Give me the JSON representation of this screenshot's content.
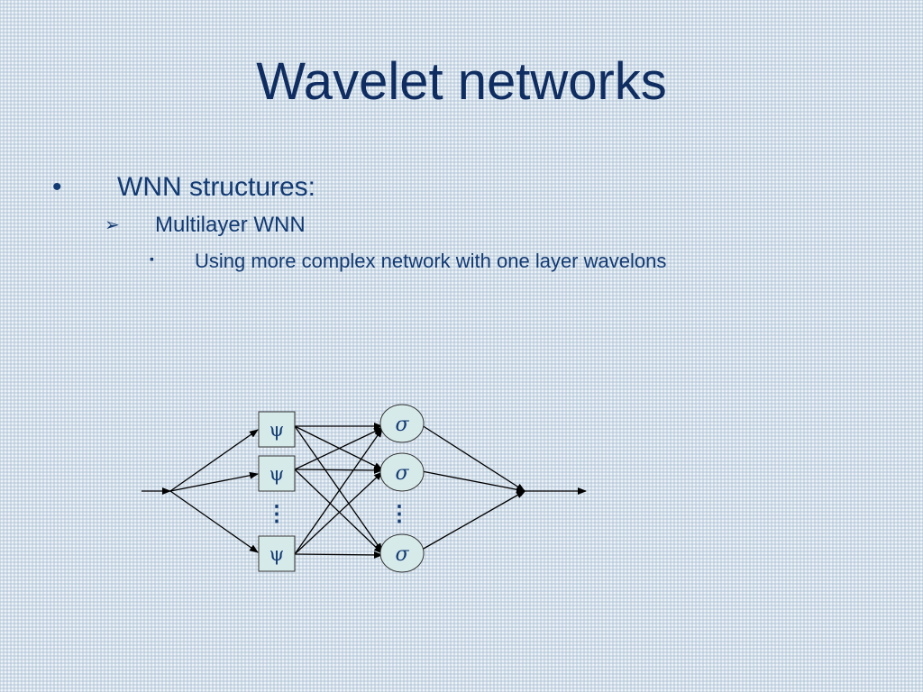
{
  "slide": {
    "title": "Wavelet networks",
    "bullets": [
      {
        "marker": "•",
        "text": "WNN structures:"
      },
      {
        "marker": "➢",
        "text": "Multilayer WNN"
      },
      {
        "marker": "▪",
        "text": "Using more complex network with one layer wavelons"
      }
    ]
  },
  "diagram": {
    "wavelon_symbol": "ψ",
    "sigmoid_symbol": "σ",
    "ellipsis": "⋮",
    "colors": {
      "node_fill": "#d6eaea",
      "node_stroke": "#333333",
      "line": "#000000",
      "text": "#123a73"
    }
  }
}
